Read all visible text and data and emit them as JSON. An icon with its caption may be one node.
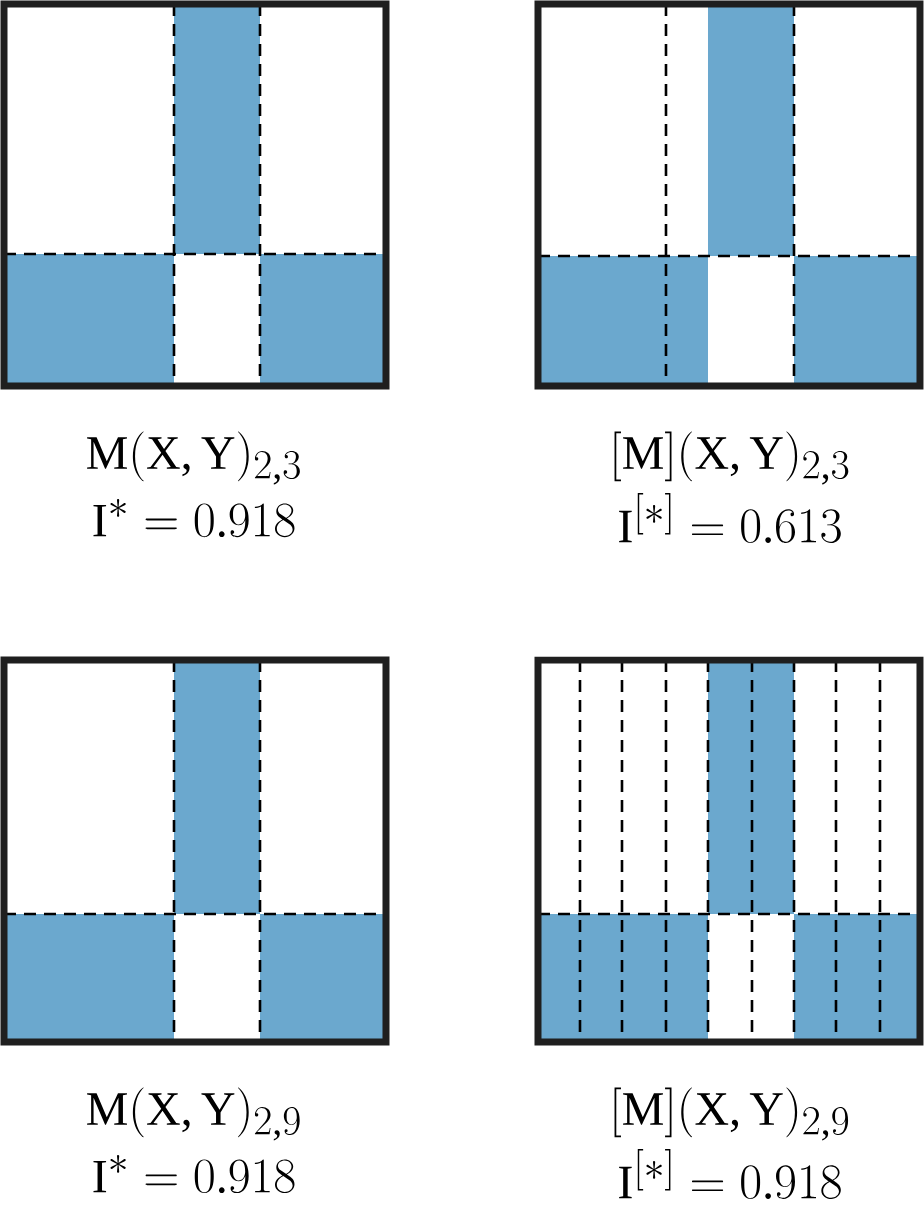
{
  "diagram": {
    "labels": [
      "M(X,Y)_{2,3}",
      "[M](X,Y)_{2,3}",
      "I^{*} = 0.918",
      "I^{[*]} = 0.613",
      "M(X,Y)_{2,9}",
      "[M](X,Y)_{2,9}",
      "I^{*} = 0.918",
      "I^{[*]} = 0.918"
    ]
  }
}
